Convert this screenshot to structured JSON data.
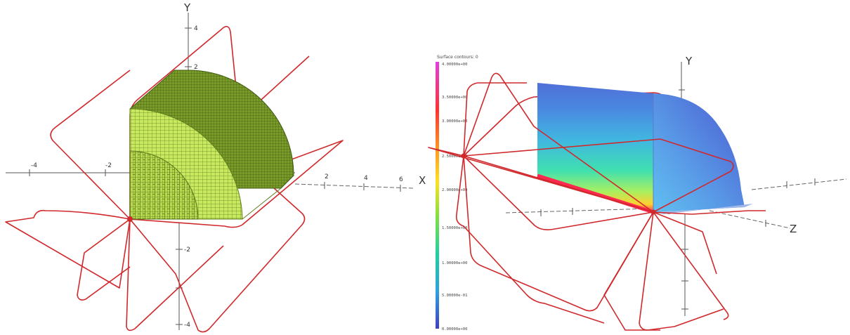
{
  "colors": {
    "frame_line": "#d0282b",
    "mesh_outer": "#6b8a1f",
    "mesh_inner": "#c9e85a",
    "mesh_core": "#9fbf3a"
  },
  "left_view": {
    "axis_labels": {
      "x": "X",
      "y": "Y"
    },
    "x_ticks": [
      "-4",
      "-2",
      "2",
      "4",
      "6"
    ],
    "y_ticks": [
      "4",
      "2",
      "-2",
      "-4"
    ]
  },
  "right_view": {
    "axis_labels": {
      "y": "Y",
      "z": "Z"
    },
    "colorbar": {
      "title": "Surface contours: 0",
      "labels": [
        "4.00000e+00",
        "3.50000e+00",
        "3.00000e+00",
        "2.50000e+00",
        "2.00000e+00",
        "1.50000e+00",
        "1.00000e+00",
        "5.00000e-01",
        "0.00000e+00"
      ],
      "colors": [
        "#e040e0",
        "#ff3030",
        "#ff9a20",
        "#ffe020",
        "#80e040",
        "#20d0a0",
        "#30a0e0",
        "#4050d0",
        "#5040b0"
      ]
    }
  }
}
